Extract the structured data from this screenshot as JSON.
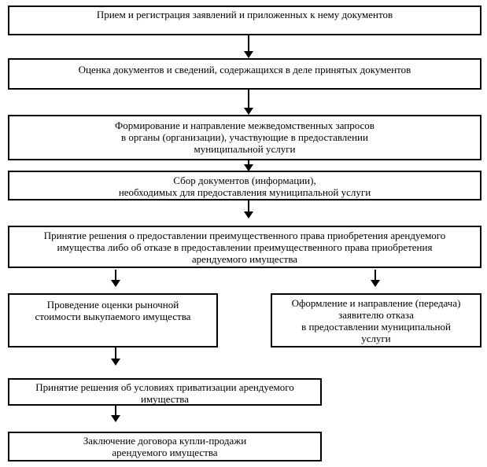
{
  "diagram": {
    "steps": {
      "reception": {
        "lines": [
          "Прием и регистрация заявлений и приложенных к нему документов"
        ]
      },
      "evaluation": {
        "lines": [
          "Оценка документов и сведений, содержащихся в деле принятых документов"
        ]
      },
      "requests": {
        "lines": [
          "Формирование и направление межведомственных запросов",
          "в органы (организации), участвующие в предоставлении",
          "муниципальной услуги"
        ]
      },
      "collection": {
        "lines": [
          "Сбор документов (информации),",
          "необходимых для предоставления муниципальной услуги"
        ]
      },
      "decision": {
        "lines": [
          "Принятие решения о предоставлении преимущественного права приобретения арендуемого",
          "имущества либо об отказе в предоставлении преимущественного права приобретения",
          "арендуемого имущества"
        ]
      },
      "appraisal": {
        "lines": [
          "Проведение оценки рыночной",
          "стоимости выкупаемого имущества"
        ]
      },
      "refusal": {
        "lines": [
          "Оформление и направление (передача)",
          "заявителю отказа",
          "в предоставлении муниципальной",
          "услуги"
        ]
      },
      "privatization": {
        "lines": [
          "Принятие решения об условиях приватизации арендуемого",
          "имущества"
        ]
      },
      "contract": {
        "lines": [
          "Заключение договора купли-продажи",
          "арендуемого имущества"
        ]
      }
    }
  }
}
